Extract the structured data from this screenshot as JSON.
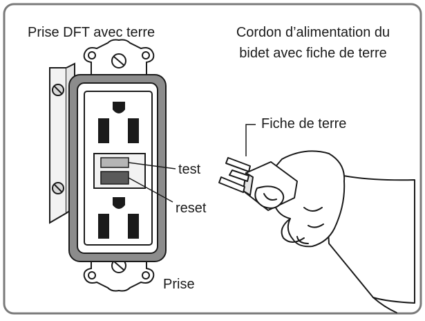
{
  "labels": {
    "gfci_title": "Prise DFT avec terre",
    "cord_title_line1": "Cordon d’alimentation du",
    "cord_title_line2": "bidet avec fiche de terre",
    "plug_label": "Fiche de terre",
    "test_label": "test",
    "reset_label": "reset",
    "outlet_label": "Prise"
  },
  "colors": {
    "frame": "#7a7a7a",
    "outline": "#1a1a1a",
    "button_test": "#b5b5b5",
    "button_reset": "#5a5a5a",
    "plate_gray": "#8c8c8c"
  }
}
